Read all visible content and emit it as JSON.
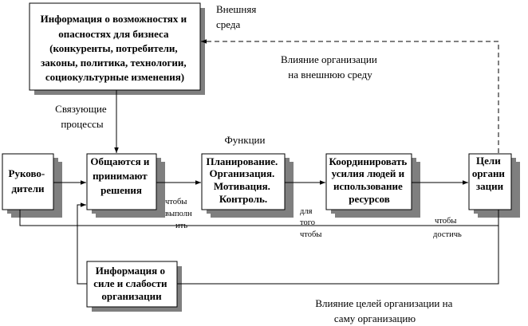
{
  "external_env": [
    "Внешняя",
    "среда"
  ],
  "env_box": [
    "Информация о возможностях и",
    "опасностях для бизнеса",
    "(конкуренты, потребители,",
    "законы, политика, технологии,",
    "социокультурные изменения)"
  ],
  "linking_processes": [
    "Связующие",
    "процессы"
  ],
  "influence_org_on_env": [
    "Влияние организации",
    "на внешнюю среду"
  ],
  "functions_label": "Функции",
  "managers_box": [
    "Руково-",
    "дители"
  ],
  "decide_box": [
    "Общаются и",
    "принимают",
    "решения"
  ],
  "functions_box": [
    "Планирование.",
    "Организация.",
    "Мотивация.",
    "Контроль."
  ],
  "coordinate_box": [
    "Координировать",
    "усилия людей и",
    "использование",
    "ресурсов"
  ],
  "goals_box": [
    "Цели",
    "органи",
    "зации"
  ],
  "in_order_to_perform": [
    "чтобы",
    "выполн",
    "ить"
  ],
  "in_order_that": [
    "для",
    "того",
    "чтобы"
  ],
  "in_order_to_achieve": [
    "чтобы",
    "достичь"
  ],
  "strengths_box": [
    "Информация о",
    "силе и слабости",
    "организации"
  ],
  "influence_goals_on_org": [
    "Влияние целей организации на",
    "саму организацию"
  ]
}
